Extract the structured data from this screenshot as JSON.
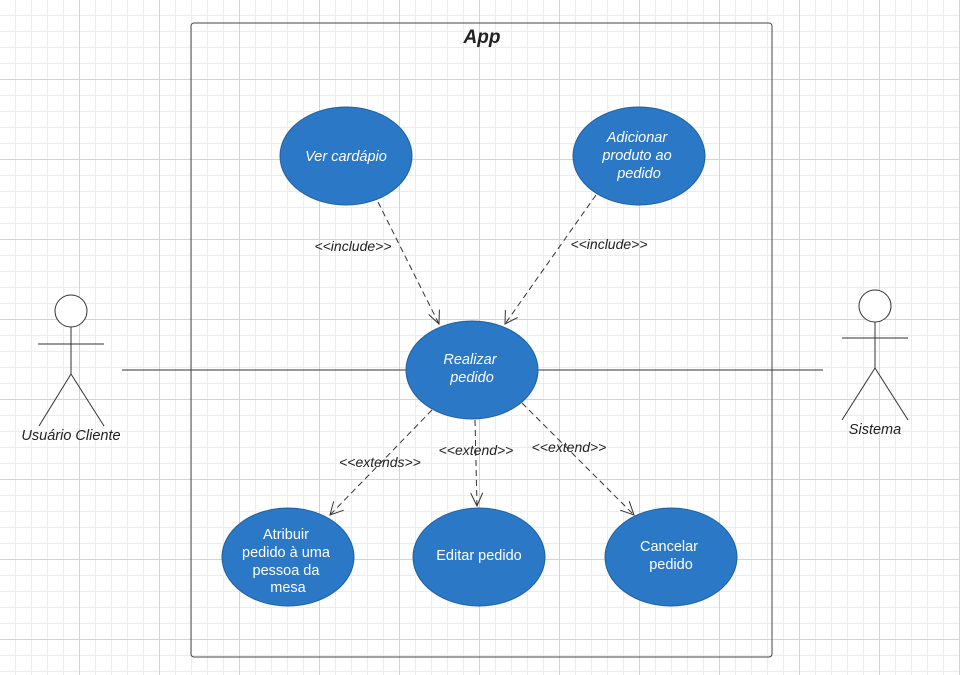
{
  "system": {
    "title": "App"
  },
  "actors": {
    "client": {
      "label": "Usuário Cliente"
    },
    "system": {
      "label": "Sistema"
    }
  },
  "use_cases": {
    "ver_cardapio": {
      "lines": [
        "Ver cardápio"
      ]
    },
    "adicionar": {
      "lines": [
        "Adicionar",
        "produto ao",
        "pedido"
      ]
    },
    "realizar": {
      "lines": [
        "Realizar",
        "pedido"
      ]
    },
    "atribuir": {
      "lines": [
        "Atribuir",
        "pedido à uma",
        "pessoa da",
        "mesa"
      ]
    },
    "editar": {
      "lines": [
        "Editar pedido"
      ]
    },
    "cancelar": {
      "lines": [
        "Cancelar",
        "pedido"
      ]
    }
  },
  "relations": {
    "include_ver": "<<include>>",
    "include_adicionar": "<<include>>",
    "extends_atribuir": "<<extends>>",
    "extend_editar": "<<extend>>",
    "extend_cancelar": "<<extend>>"
  },
  "colors": {
    "use_case_fill": "#2a78c6",
    "use_case_stroke": "#1f5fa0",
    "line": "#333333"
  }
}
